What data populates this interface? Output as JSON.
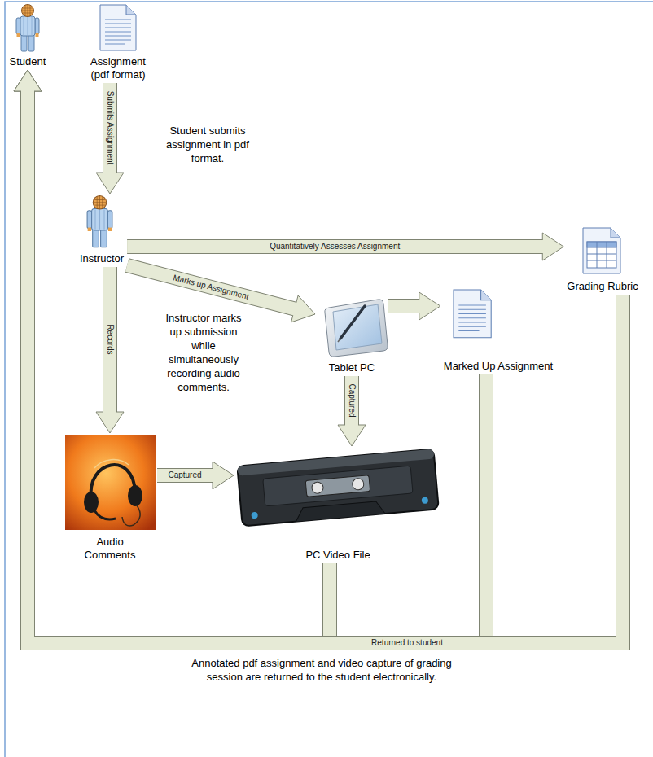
{
  "diagram": {
    "nodes": [
      {
        "text": [
          "Student"
        ]
      },
      {
        "text": [
          "Assignment (pdf format)"
        ]
      },
      {
        "text": [
          "Instructor"
        ]
      },
      {
        "text": [
          "Grading Rubric"
        ]
      },
      {
        "text": [
          "Tablet PC"
        ]
      },
      {
        "text": [
          "Marked Up Assignment"
        ]
      },
      {
        "text": [
          "Audio Comments"
        ]
      },
      {
        "text": [
          "PC Video File"
        ]
      }
    ],
    "edges": [
      {
        "from": 1,
        "to": 2,
        "label": "Submits Assignment",
        "arrow": "to"
      },
      {
        "from": 2,
        "to": 3,
        "label": "Quantitatively Assesses Assignment",
        "arrow": "to"
      },
      {
        "from": 2,
        "to": 4,
        "label": "Marks up Assignment",
        "arrow": "to"
      },
      {
        "from": 2,
        "to": 6,
        "label": "Records",
        "arrow": "to"
      },
      {
        "from": 4,
        "to": 5,
        "arrow": "to"
      },
      {
        "from": 4,
        "to": 7,
        "label": "Captured",
        "arrow": "to"
      },
      {
        "from": 6,
        "to": 7,
        "label": "Captured",
        "arrow": "to"
      },
      {
        "from": 7,
        "to": 0,
        "arrow": "to"
      },
      {
        "from": 5,
        "to": 0,
        "arrow": "to"
      },
      {
        "from": 3,
        "to": 0,
        "label": "Returned to student",
        "arrow": "to"
      }
    ],
    "labels": [
      "Student submits assignment in pdf format.",
      "Instructor marks up submission while simultaneously recording audio comments.",
      "Annotated pdf assignment and video capture of grading session are returned to the student electronically."
    ]
  }
}
